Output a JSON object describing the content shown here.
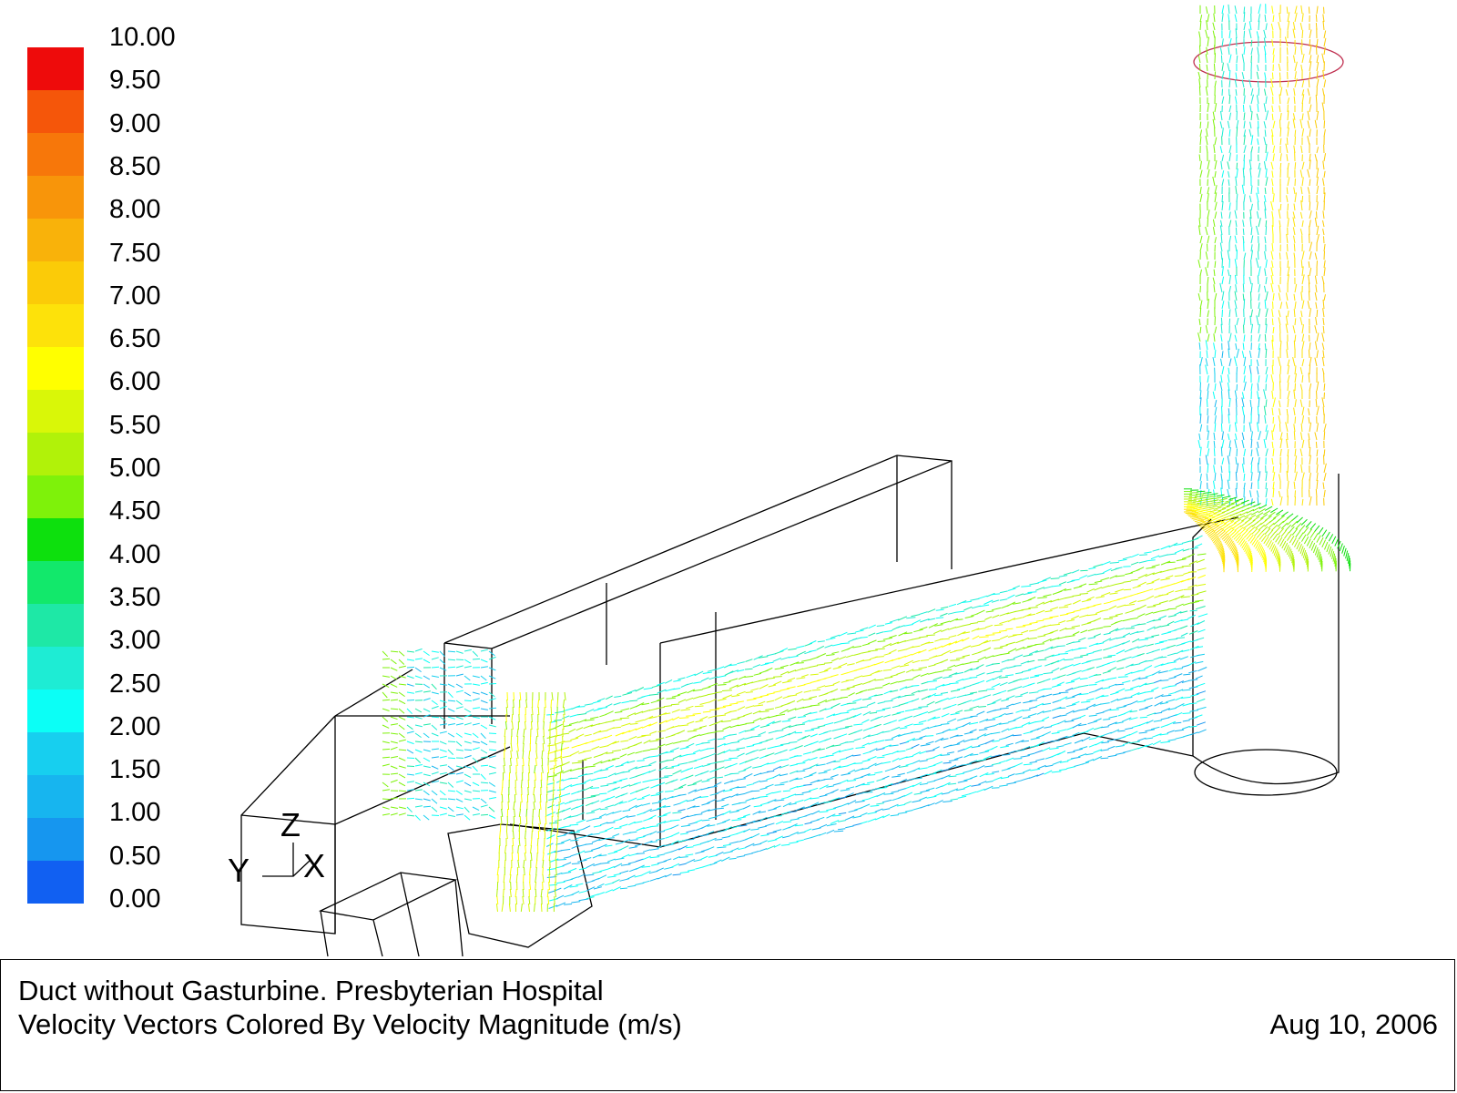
{
  "colorbar": {
    "labels": [
      "10.00",
      "9.50",
      "9.00",
      "8.50",
      "8.00",
      "7.50",
      "7.00",
      "6.50",
      "6.00",
      "5.50",
      "5.00",
      "4.50",
      "4.00",
      "3.50",
      "3.00",
      "2.50",
      "2.00",
      "1.50",
      "1.00",
      "0.50",
      "0.00"
    ],
    "colors": [
      "#ee0b0b",
      "#f5560a",
      "#f7770a",
      "#f8950a",
      "#f9b20a",
      "#fbcb08",
      "#fde20a",
      "#ffff00",
      "#d9f708",
      "#b1f209",
      "#7ef20a",
      "#0de00d",
      "#12e86b",
      "#1ee8a6",
      "#1eecd4",
      "#0bfff6",
      "#17cfef",
      "#17b5ef",
      "#1696ef",
      "#1160f2",
      "#0011f5"
    ]
  },
  "axes": {
    "z": "Z",
    "y": "Y",
    "x": "X"
  },
  "caption": {
    "line1": "Duct without Gasturbine. Presbyterian  Hospital",
    "line2": "Velocity Vectors Colored By Velocity Magnitude (m/s)",
    "date": "Aug 10, 2006"
  }
}
